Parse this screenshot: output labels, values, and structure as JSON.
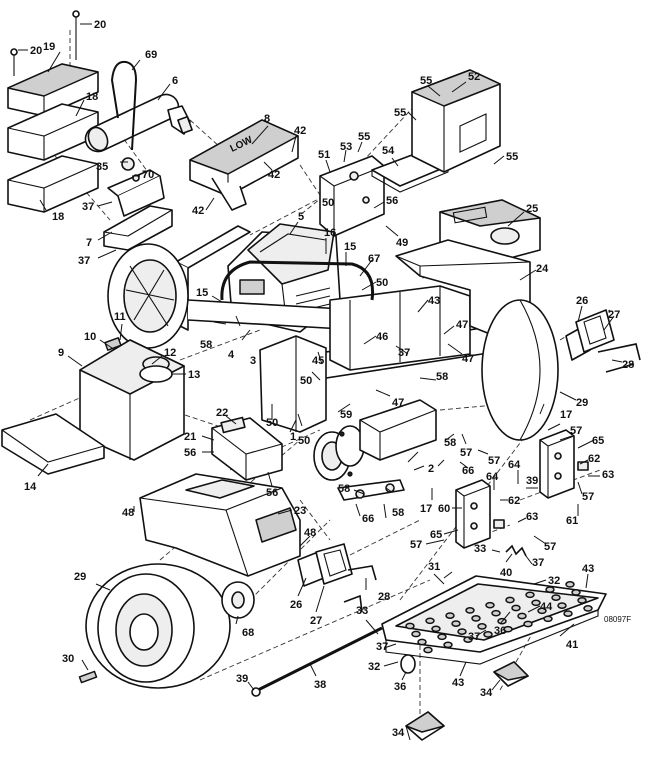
{
  "figure_code": "08097F",
  "hood_logo": "LOW",
  "callouts": [
    "1",
    "2",
    "3",
    "4",
    "5",
    "6",
    "7",
    "8",
    "9",
    "10",
    "11",
    "12",
    "13",
    "14",
    "15",
    "16",
    "17",
    "18",
    "19",
    "20",
    "21",
    "22",
    "23",
    "24",
    "25",
    "26",
    "27",
    "28",
    "29",
    "30",
    "31",
    "32",
    "33",
    "34",
    "35",
    "36",
    "37",
    "38",
    "39",
    "40",
    "41",
    "42",
    "43",
    "44",
    "45",
    "46",
    "47",
    "48",
    "49",
    "50",
    "51",
    "52",
    "53",
    "54",
    "55",
    "56",
    "57",
    "58",
    "59",
    "60",
    "61",
    "62",
    "63",
    "64",
    "65",
    "66",
    "67",
    "68",
    "69",
    "70"
  ]
}
